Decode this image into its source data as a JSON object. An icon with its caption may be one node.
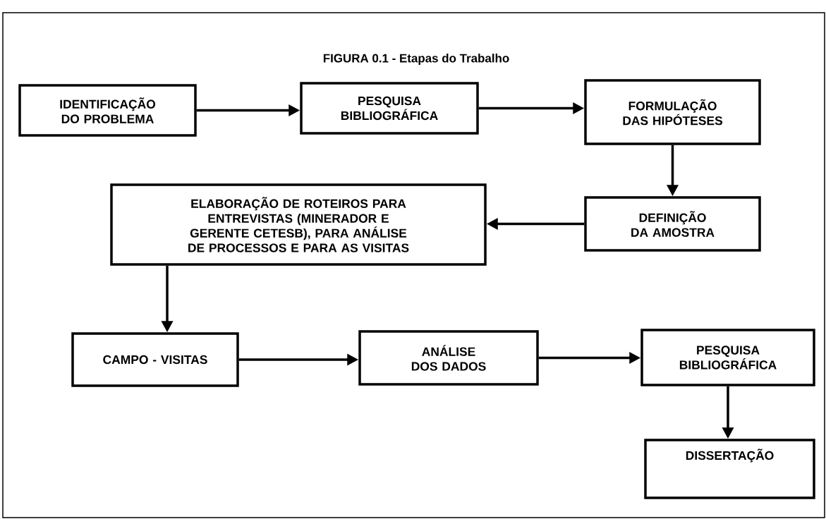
{
  "diagram": {
    "title": "FIGURA 0.1 - Etapas do Trabalho",
    "nodes": [
      {
        "text": [
          "IDENTIFICAÇÃO DO PROBLEMA"
        ]
      },
      {
        "text": [
          "PESQUISA BIBLIOGRÁFICA"
        ]
      },
      {
        "text": [
          "FORMULAÇÃO DAS HIPÓTESES"
        ]
      },
      {
        "text": [
          "DEFINIÇÃO DA AMOSTRA"
        ]
      },
      {
        "text": [
          "ELABORAÇÃO DE ROTEIROS PARA ENTREVISTAS (MINERADOR E GERENTE CETESB), PARA ANÁLISE DE PROCESSOS E PARA AS VISITAS"
        ]
      },
      {
        "text": [
          "CAMPO - VISITAS"
        ]
      },
      {
        "text": [
          "ANÁLISE DOS DADOS"
        ]
      },
      {
        "text": [
          "PESQUISA BIBLIOGRÁFICA"
        ]
      },
      {
        "text": [
          "DISSERTAÇÃO"
        ]
      }
    ],
    "edges": [
      {
        "from": 0,
        "to": 1,
        "arrow": "to"
      },
      {
        "from": 1,
        "to": 2,
        "arrow": "to"
      },
      {
        "from": 2,
        "to": 3,
        "arrow": "to"
      },
      {
        "from": 3,
        "to": 4,
        "arrow": "to"
      },
      {
        "from": 4,
        "to": 5,
        "arrow": "to"
      },
      {
        "from": 5,
        "to": 6,
        "arrow": "to"
      },
      {
        "from": 6,
        "to": 7,
        "arrow": "to"
      },
      {
        "from": 7,
        "to": 8,
        "arrow": "to"
      }
    ]
  }
}
